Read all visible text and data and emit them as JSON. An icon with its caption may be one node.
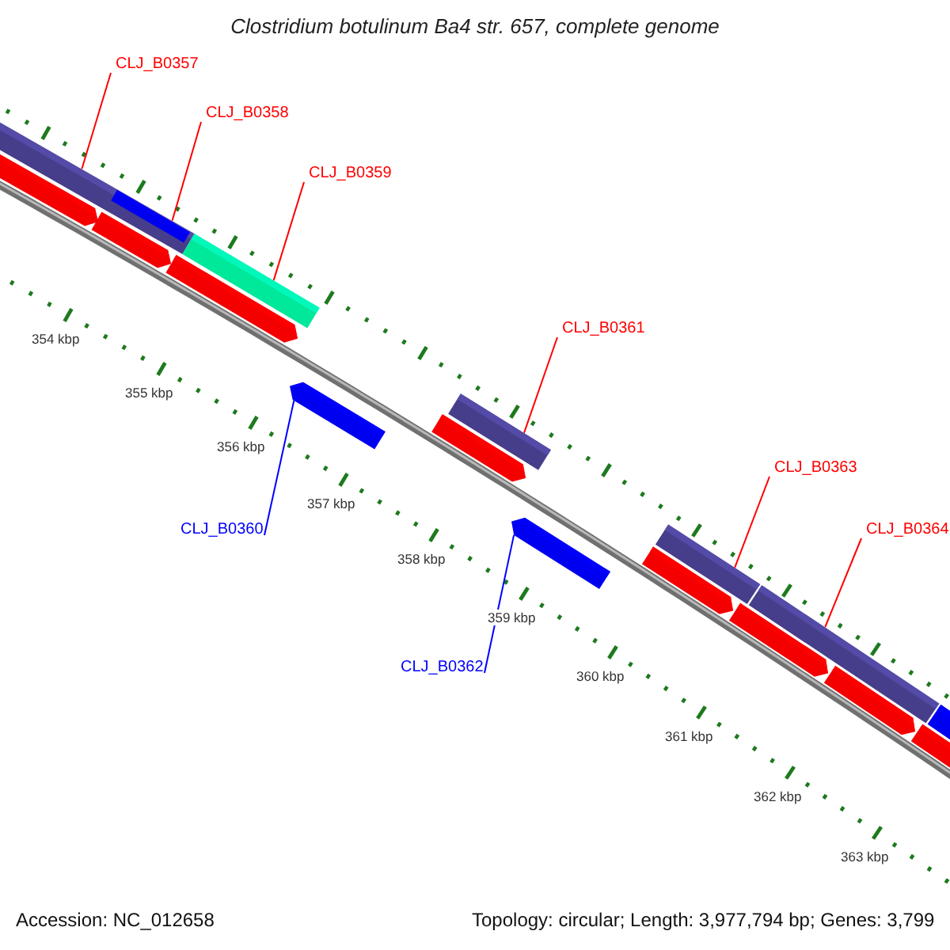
{
  "diagram": {
    "title": "Clostridium botulinum Ba4 str. 657, complete genome",
    "nodes": [
      {
        "text": [
          "CLJ_B0357"
        ]
      },
      {
        "text": [
          "CLJ_B0358"
        ]
      },
      {
        "text": [
          "CLJ_B0359"
        ]
      },
      {
        "text": [
          "CLJ_B0361"
        ]
      },
      {
        "text": [
          "CLJ_B0363"
        ]
      },
      {
        "text": [
          "CLJ_B0360"
        ]
      },
      {
        "text": [
          "CLJ_B0364"
        ]
      },
      {
        "text": [
          "CLJ_B0362"
        ]
      },
      {
        "text": [],
        "shape": "bar"
      },
      {
        "text": [],
        "shape": "bar"
      },
      {
        "text": [],
        "shape": "bar"
      },
      {
        "text": [],
        "shape": "bar",
        "in": 8
      },
      {
        "text": [],
        "shape": "bar"
      },
      {
        "text": [],
        "shape": "bar"
      },
      {
        "text": [],
        "shape": "bar"
      },
      {
        "text": [],
        "shape": "bar"
      },
      {
        "text": [],
        "shape": "bar"
      },
      {
        "text": [],
        "shape": "bar"
      },
      {
        "text": [],
        "shape": "bar"
      },
      {
        "text": [],
        "shape": "bar"
      },
      {
        "text": [],
        "shape": "bar"
      },
      {
        "text": [],
        "shape": "bar"
      },
      {
        "text": [],
        "shape": "bar"
      },
      {
        "text": [],
        "shape": "bar"
      },
      {
        "text": [],
        "shape": "bar"
      }
    ],
    "edges": [
      {
        "from": 0,
        "to": 8,
        "arrow": "none"
      },
      {
        "from": 1,
        "to": 11,
        "arrow": "none"
      },
      {
        "from": 2,
        "to": 13,
        "arrow": "none"
      },
      {
        "from": 3,
        "to": 16,
        "arrow": "none"
      },
      {
        "from": 4,
        "to": 19,
        "arrow": "none"
      },
      {
        "from": 5,
        "to": 14,
        "arrow": "none",
        "color": "#0000ff"
      },
      {
        "from": 6,
        "to": 21,
        "arrow": "none"
      },
      {
        "from": 7,
        "to": 17,
        "arrow": "none",
        "color": "#0000ff"
      }
    ],
    "labels": [
      "354 kbp",
      "355 kbp",
      "356 kbp",
      "357 kbp",
      "358 kbp",
      "359 kbp",
      "360 kbp",
      "361 kbp",
      "362 kbp",
      "363 kbp",
      "Accession: NC_012658",
      "Topology: circular; Length: 3,977,794 bp; Genes: 3,799"
    ]
  }
}
